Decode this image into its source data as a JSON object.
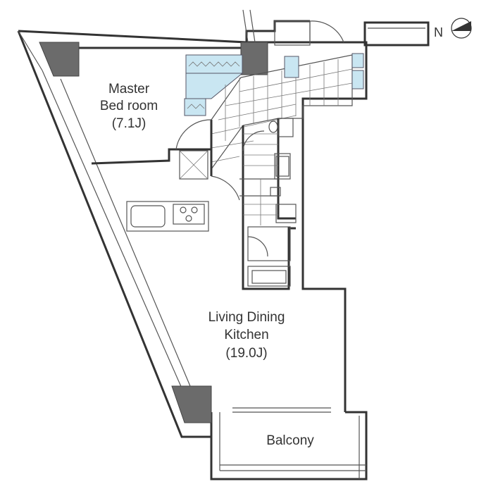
{
  "rooms": {
    "master_bedroom": {
      "name_line1": "Master",
      "name_line2": "Bed room",
      "size": "(7.1J)"
    },
    "living_dining_kitchen": {
      "name_line1": "Living Dining",
      "name_line2": "Kitchen",
      "size": "(19.0J)"
    },
    "balcony": {
      "name": "Balcony"
    }
  },
  "compass": {
    "letter": "N",
    "icon": "north-arrow-icon"
  },
  "colors": {
    "wall": "#333333",
    "pillar": "#6b6b6b",
    "wet_area": "#c9e6f2",
    "line": "#555555"
  }
}
